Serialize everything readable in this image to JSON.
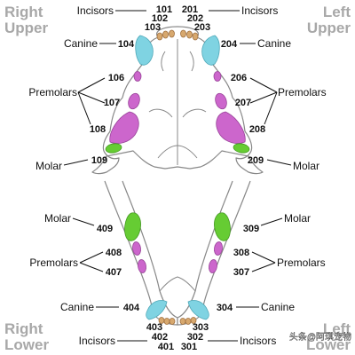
{
  "quadrants": {
    "right_upper": [
      "Right",
      "Upper"
    ],
    "left_upper": [
      "Left",
      "Upper"
    ],
    "right_lower": [
      "Right",
      "Lower"
    ],
    "left_lower": [
      "Left",
      "Lower"
    ]
  },
  "tooth_types": {
    "incisors": "Incisors",
    "canine": "Canine",
    "premolars": "Premolars",
    "molar": "Molar"
  },
  "upper": {
    "incisors_right": [
      "101",
      "102",
      "103"
    ],
    "incisors_left": [
      "201",
      "202",
      "203"
    ],
    "canine_right": "104",
    "canine_left": "204",
    "premolars_right": [
      "106",
      "107",
      "108"
    ],
    "premolars_left": [
      "206",
      "207",
      "208"
    ],
    "molar_right": "109",
    "molar_left": "209"
  },
  "lower": {
    "molar_right": "409",
    "molar_left": "309",
    "premolars_right": [
      "408",
      "407"
    ],
    "premolars_left": [
      "308",
      "307"
    ],
    "canine_right": "404",
    "canine_left": "304",
    "incisors_right": [
      "403",
      "402",
      "401"
    ],
    "incisors_left": [
      "303",
      "302",
      "301"
    ]
  },
  "watermark": "头条@阿琪宠物",
  "colors": {
    "canine": "#7fd3e2",
    "premolar": "#cc66cc",
    "molar": "#66cc33",
    "incisor": "#d7a86e",
    "quadrant_label": "#a8a8a8",
    "outline": "#888888",
    "text": "#111111"
  }
}
